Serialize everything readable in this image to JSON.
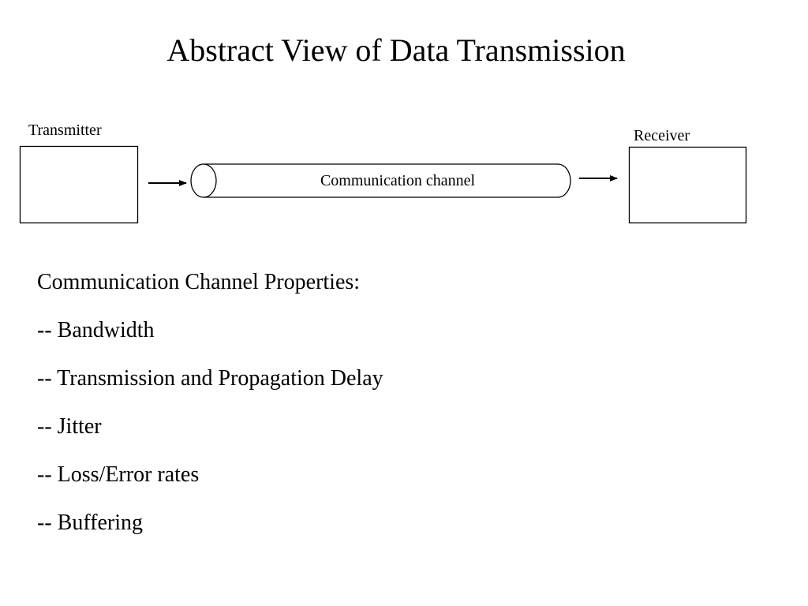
{
  "slide": {
    "title": "Abstract View of Data Transmission"
  },
  "diagram": {
    "transmitter_label": "Transmitter",
    "receiver_label": "Receiver",
    "channel_label": "Communication channel",
    "stroke_color": "#000000",
    "fill_color": "#ffffff"
  },
  "properties": {
    "heading": "Communication Channel Properties:",
    "items": [
      "-- Bandwidth",
      "-- Transmission and Propagation Delay",
      "-- Jitter",
      "-- Loss/Error rates",
      "-- Buffering"
    ]
  }
}
